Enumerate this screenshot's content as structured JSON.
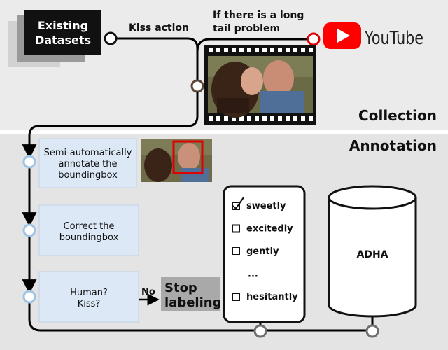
{
  "datasets": {
    "line1": "Existing",
    "line2": "Datasets"
  },
  "edge_kiss": "Kiss action",
  "edge_longtail": {
    "line1": "If there is a long",
    "line2": "tail problem"
  },
  "youtube": {
    "wordmark": "YouTube"
  },
  "sections": {
    "collection": "Collection",
    "annotation": "Annotation"
  },
  "steps": [
    {
      "lines": [
        "Semi-automatically",
        "annotate the",
        "boundingbox"
      ]
    },
    {
      "lines": [
        "Correct the",
        "boundingbox"
      ]
    },
    {
      "lines": [
        "Human?",
        "Kiss?"
      ]
    }
  ],
  "edge_no": "No",
  "stop": {
    "line1": "Stop",
    "line2": "labeling"
  },
  "adverbs": [
    {
      "label": "sweetly",
      "checked": true
    },
    {
      "label": "excitedly",
      "checked": false
    },
    {
      "label": "gently",
      "checked": false
    },
    {
      "label": "...",
      "checked": false
    },
    {
      "label": "hesitantly",
      "checked": false
    }
  ],
  "database": {
    "label": "ADHA"
  },
  "colors": {
    "top_bg": "#ebebeb",
    "bottom_bg": "#e4e4e4",
    "step_fill": "#dce8f6",
    "node_blue": "#9dc3e6",
    "node_brown": "#5a4536",
    "node_gray": "#6e6e6e",
    "stop_bg": "#a9a9a9",
    "youtube_red": "#ff0000",
    "bbox_red": "#e00000"
  }
}
